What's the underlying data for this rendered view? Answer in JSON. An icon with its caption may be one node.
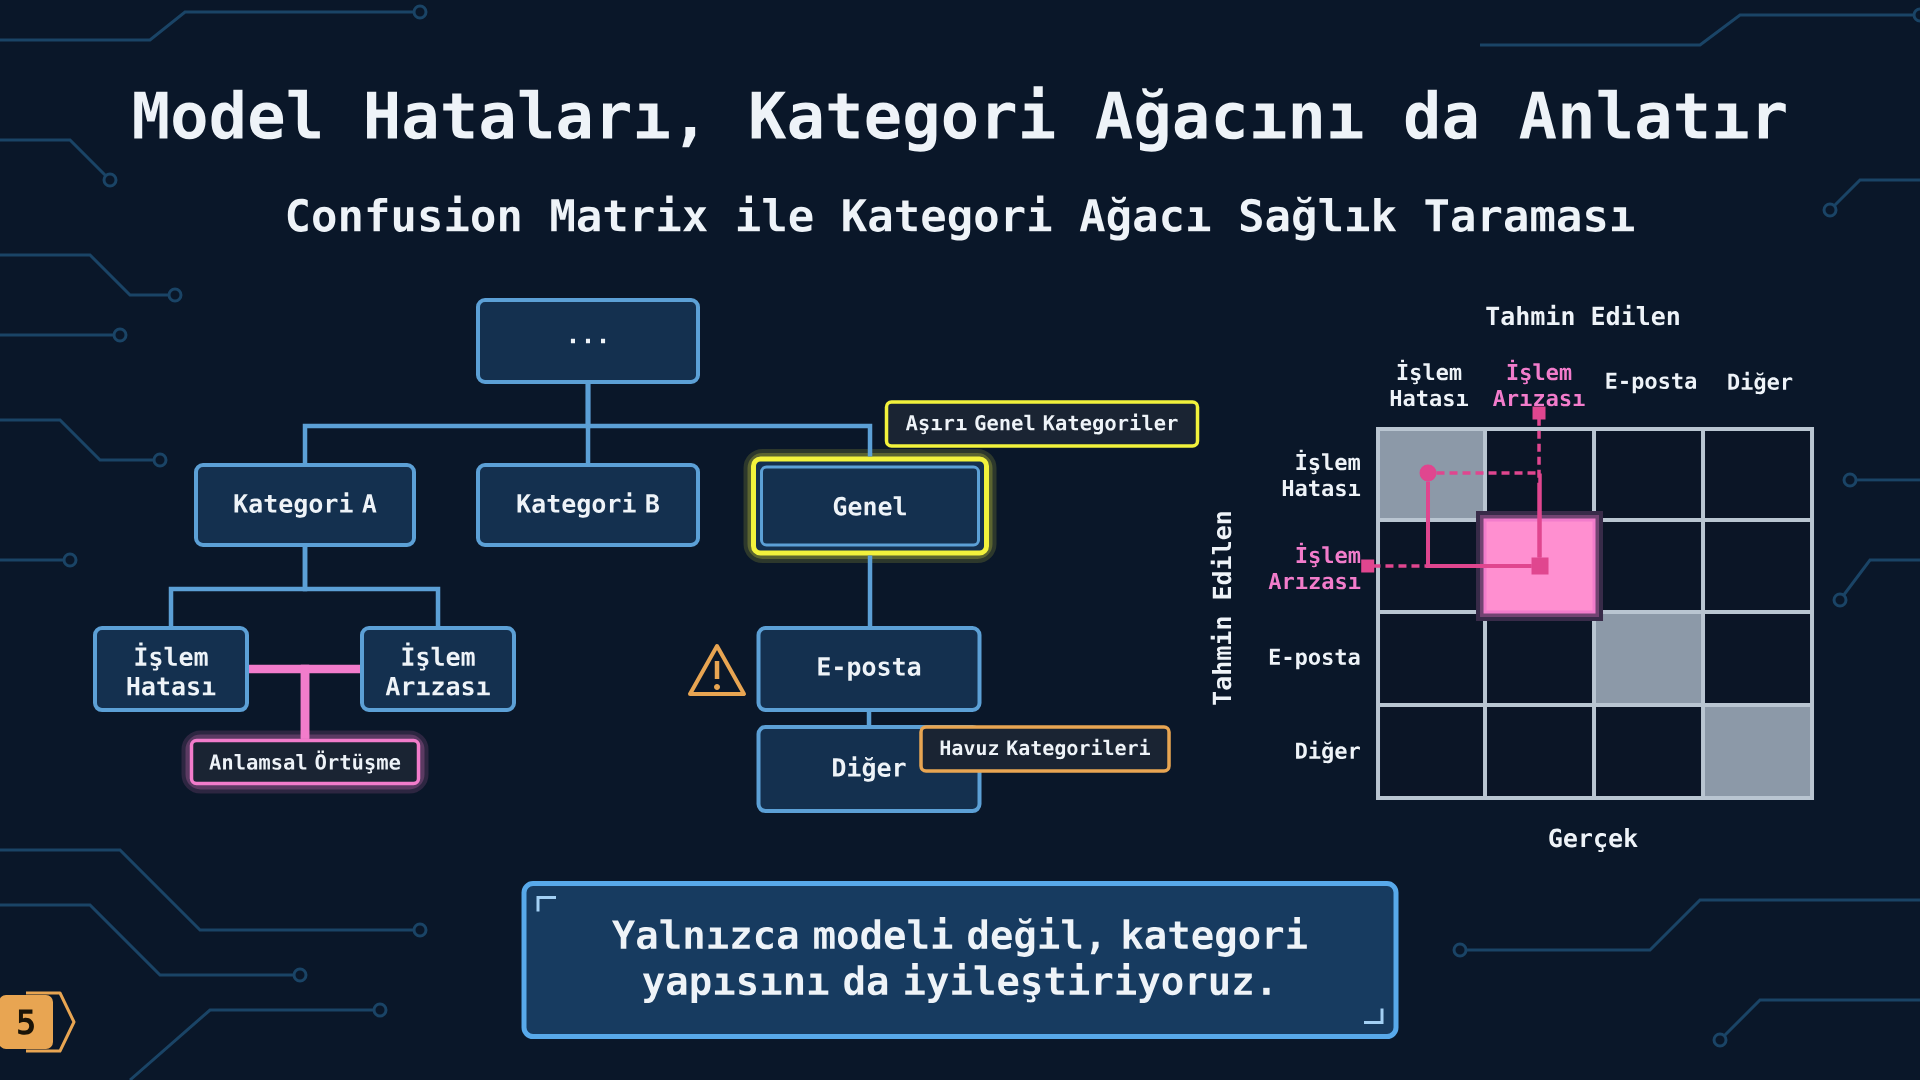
{
  "diagram": {
    "title": "Model Hataları, Kategori Ağacını da Anlatır",
    "nodes": [
      {
        "text": [
          "..."
        ]
      },
      {
        "text": [
          "Aşırı Genel Kategoriler"
        ]
      },
      {
        "text": [
          "Kategori A"
        ]
      },
      {
        "text": [
          "Kategori B"
        ]
      },
      {
        "text": [
          "Genel"
        ]
      },
      {
        "text": [
          "İşlem Hatası"
        ]
      },
      {
        "text": [
          "İşlem Arızası"
        ]
      },
      {
        "text": [
          "E-posta"
        ]
      },
      {
        "text": [
          "Anlamsal Örtüşme"
        ]
      },
      {
        "text": [
          "Diğer"
        ]
      },
      {
        "text": [
          "Havuz Kategorileri"
        ]
      },
      {
        "text": [
          "Yalnızca modeli değil, kategori yapısını da iyileştiriyoruz."
        ]
      },
      {
        "text": [
          "5"
        ]
      },
      {
        "text": [
          "İşlem Arızası"
        ]
      },
      {
        "text": [
          "İşlem Arızası"
        ]
      },
      {
        "text": [],
        "shape": "box"
      },
      {
        "text": [],
        "shape": "circle"
      }
    ],
    "edges": [
      {
        "from": 0,
        "to": 2,
        "arrow": "none"
      },
      {
        "from": 0,
        "to": 3,
        "arrow": "none"
      },
      {
        "from": 0,
        "to": 4,
        "arrow": "none"
      },
      {
        "from": 2,
        "to": 5,
        "arrow": "none"
      },
      {
        "from": 2,
        "to": 6,
        "arrow": "none"
      },
      {
        "from": 8,
        "to": 5,
        "arrow": "none",
        "style": "thick",
        "color": "#f27ccb"
      },
      {
        "from": 8,
        "to": 6,
        "arrow": "none",
        "style": "thick",
        "color": "#f27ccb"
      },
      {
        "from": 4,
        "to": 7,
        "arrow": "none"
      },
      {
        "from": 7,
        "to": 9,
        "arrow": "none"
      },
      {
        "from": 13,
        "to": 15,
        "arrow": "other",
        "style": "dashed",
        "color": "#e0468f"
      },
      {
        "from": 14,
        "to": 15,
        "arrow": "other",
        "style": "dashed",
        "color": "#e0468f"
      },
      {
        "from": 16,
        "to": 15,
        "arrow": "none",
        "color": "#e0468f"
      },
      {
        "from": 16,
        "to": 15,
        "arrow": "none",
        "style": "dashed",
        "color": "#e0468f"
      }
    ],
    "labels": [
      "Confusion Matrix ile Kategori Ağacı Sağlık Taraması",
      "Tahmin Edilen",
      "İşlem Hatası",
      "E-posta",
      "Diğer",
      "Tahmin Edilen",
      "İşlem Hatası",
      "E-posta",
      "Diğer",
      "Gerçek"
    ]
  }
}
